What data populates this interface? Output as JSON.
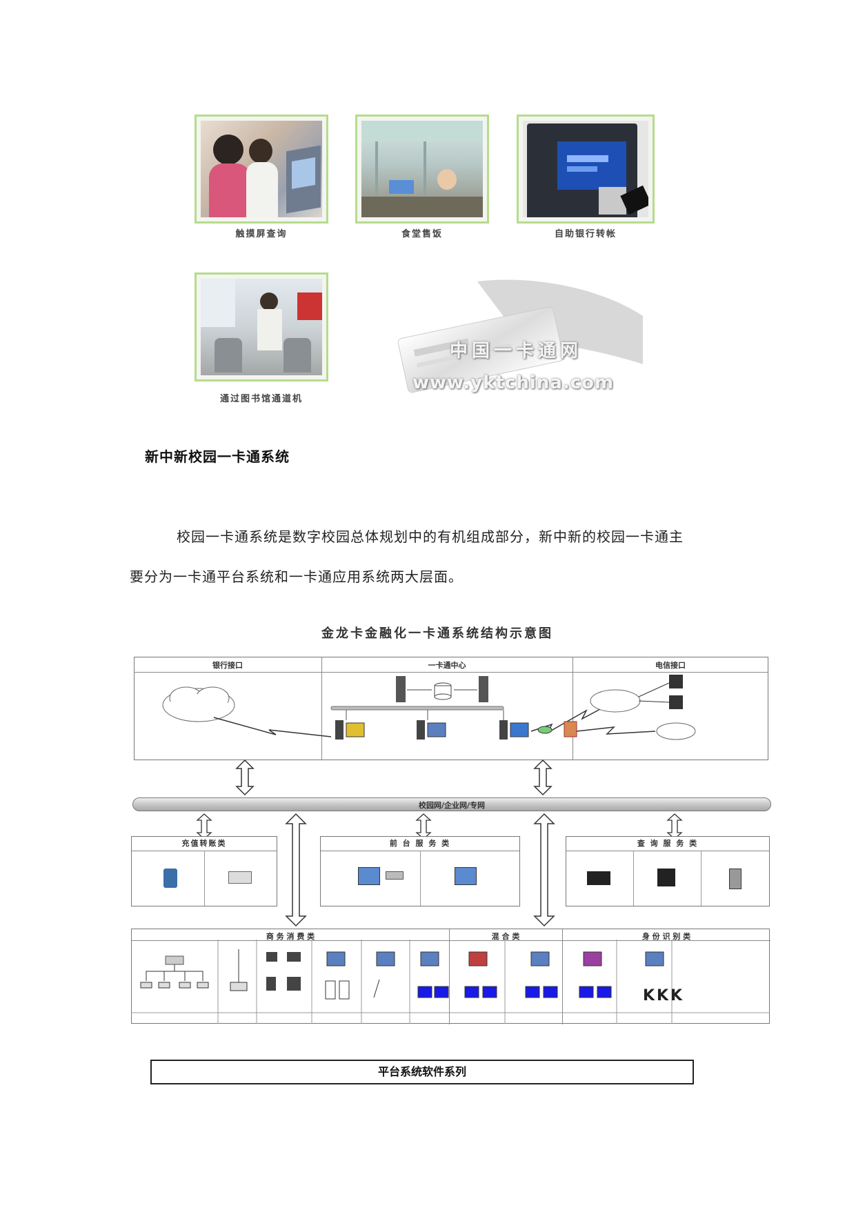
{
  "photos": [
    {
      "caption": "触摸屏查询"
    },
    {
      "caption": "食堂售饭"
    },
    {
      "caption": "自助银行转帐"
    },
    {
      "caption": "通过图书馆通道机"
    }
  ],
  "watermark": {
    "line1": "中国一卡通网",
    "line2": "www.yktchina.com"
  },
  "section_heading": "新中新校园一卡通系统",
  "paragraph": {
    "line1": "校园一卡通系统是数字校园总体规划中的有机组成部分，新中新的校园一卡通主",
    "line2": "要分为一卡通平台系统和一卡通应用系统两大层面。"
  },
  "diagram": {
    "title": "金龙卡金融化一卡通系统结构示意图",
    "top_sections": [
      "银行接口",
      "一卡通中心",
      "电信接口"
    ],
    "network_bar": "校园网/企业网/专网",
    "middle_sections": [
      "充值转账类",
      "前 台 服 务 类",
      "查 询 服 务 类"
    ],
    "bottom_sections": [
      "商 务 消 费 类",
      "混 合 类",
      "身 份 识 别 类"
    ]
  },
  "footer_label": "平台系统软件系列",
  "colors": {
    "photo_border": "#b5dc8c",
    "screen_blue": "#1a1ae6",
    "network_bar": "#cfcfcf"
  }
}
